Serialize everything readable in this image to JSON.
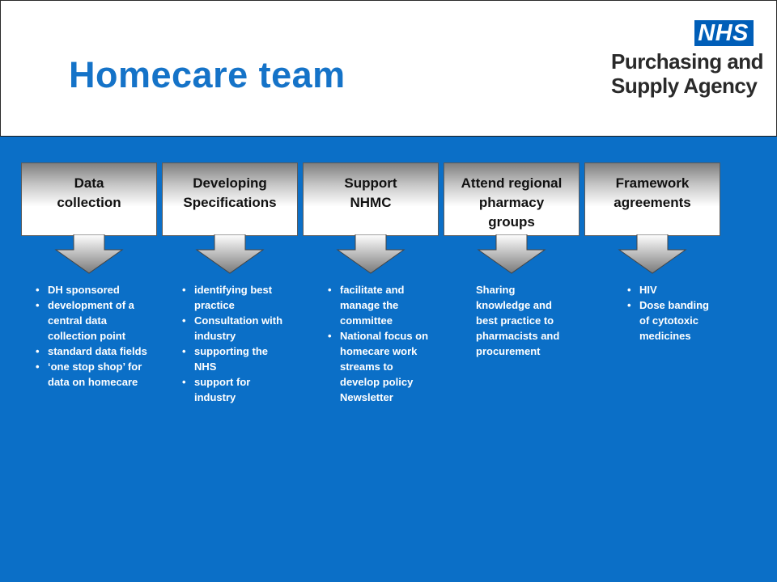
{
  "title": "Homecare team",
  "logo": {
    "badge": "NHS",
    "line1": "Purchasing and",
    "line2": "Supply Agency"
  },
  "colors": {
    "title": "#1573c8",
    "panel_background": "#0b6fc7",
    "nhs_blue": "#005eb8"
  },
  "columns": [
    {
      "heading": [
        "Data",
        "collection"
      ],
      "bullets": [
        {
          "text": "DH sponsored",
          "bullet": true
        },
        {
          "text": "development of a central data collection point",
          "bullet": true
        },
        {
          "text": "standard data fields",
          "bullet": true
        },
        {
          "text": "‘one stop shop’ for data on homecare",
          "bullet": true
        }
      ]
    },
    {
      "heading": [
        "Developing",
        "Specifications"
      ],
      "bullets": [
        {
          "text": "identifying best practice",
          "bullet": true
        },
        {
          "text": "Consultation with industry",
          "bullet": true
        },
        {
          "text": "supporting the NHS",
          "bullet": true
        },
        {
          "text": "support for industry",
          "bullet": true
        }
      ]
    },
    {
      "heading": [
        "Support",
        "NHMC"
      ],
      "bullets": [
        {
          "text": "facilitate and manage the committee",
          "bullet": true
        },
        {
          "text": "National focus on homecare work streams to develop policy Newsletter",
          "bullet": true
        }
      ]
    },
    {
      "heading": [
        "Attend regional",
        "pharmacy",
        "groups"
      ],
      "bullets": [
        {
          "text": "Sharing knowledge and best practice to pharmacists and procurement",
          "bullet": false
        }
      ]
    },
    {
      "heading": [
        "Framework",
        "agreements"
      ],
      "bullets": [
        {
          "text": "HIV",
          "bullet": true
        },
        {
          "text": "Dose banding of cytotoxic medicines",
          "bullet": true
        }
      ]
    }
  ]
}
